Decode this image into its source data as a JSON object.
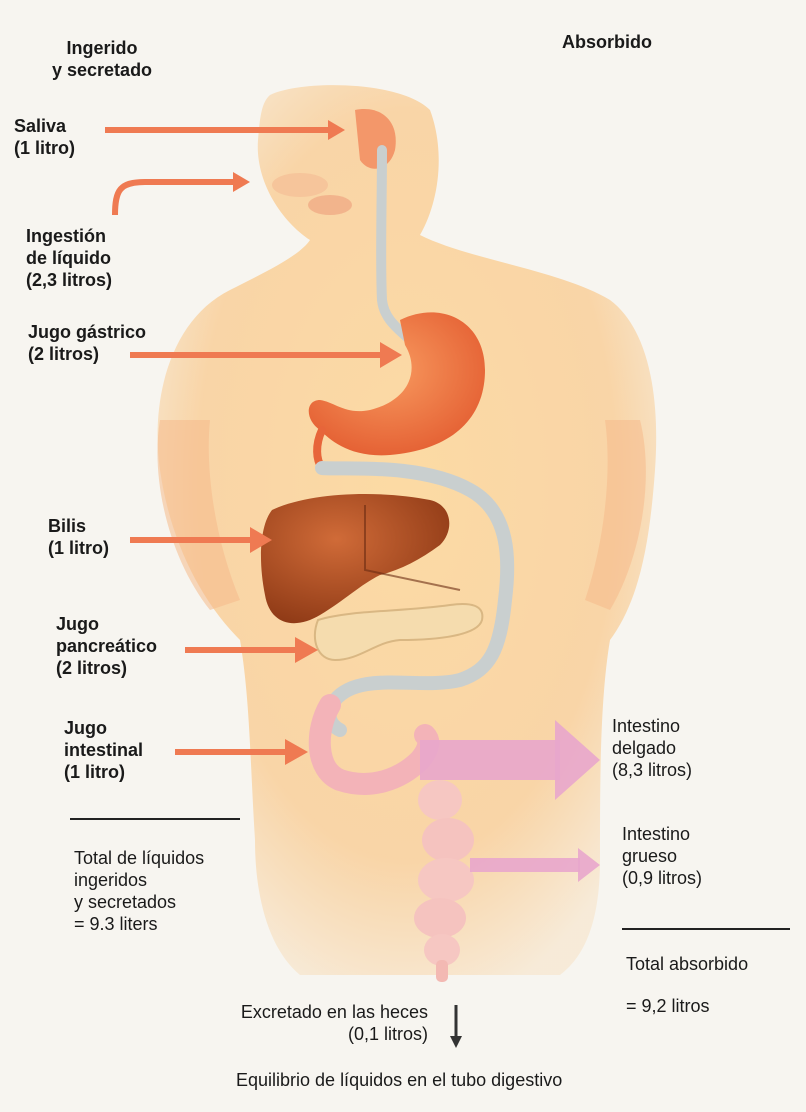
{
  "headers": {
    "left_line1": "Ingerido",
    "left_line2": "y secretado",
    "right": "Absorbido"
  },
  "inputs": [
    {
      "id": "saliva",
      "name": "Saliva",
      "amount": "(1 litro)"
    },
    {
      "id": "ingestion",
      "name1": "Ingestión",
      "name2": "de líquido",
      "amount": "(2,3 litros)"
    },
    {
      "id": "gastrico",
      "name": "Jugo gástrico",
      "amount": "(2 litros)"
    },
    {
      "id": "bilis",
      "name": "Bilis",
      "amount": "(1 litro)"
    },
    {
      "id": "pancreatico",
      "name1": "Jugo",
      "name2": "pancreático",
      "amount": "(2 litros)"
    },
    {
      "id": "intestinal",
      "name1": "Jugo",
      "name2": "intestinal",
      "amount": "(1 litro)"
    }
  ],
  "total_left": {
    "line1": "Total de líquidos",
    "line2": "ingeridos",
    "line3": "y secretados",
    "line4": "= 9.3 liters"
  },
  "outputs": [
    {
      "id": "delgado",
      "name1": "Intestino",
      "name2": "delgado",
      "amount": "(8,3 litros)"
    },
    {
      "id": "grueso",
      "name1": "Intestino",
      "name2": "grueso",
      "amount": "(0,9 litros)"
    }
  ],
  "total_right": {
    "line1": "Total absorbido",
    "line2": "= 9,2 litros"
  },
  "excreted": {
    "line1": "Excretado en las heces",
    "line2": "(0,1 litros)"
  },
  "caption": "Equilibrio de líquidos en el tubo digestivo",
  "colors": {
    "arrow_in": "#ef7a52",
    "arrow_out": "#e8a6cc",
    "body": "#f9d9a8",
    "stomach": "#f0743f",
    "liver": "#b14d22",
    "tube": "#c9cfcf"
  }
}
